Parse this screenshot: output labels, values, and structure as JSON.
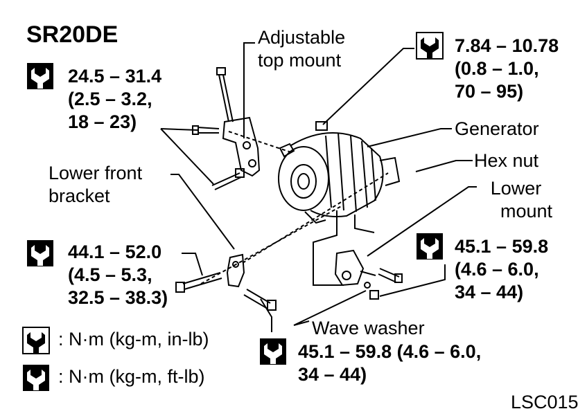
{
  "model": "SR20DE",
  "figure_code": "LSC015",
  "labels": {
    "adjustable_top_mount": [
      "Adjustable",
      "top mount"
    ],
    "generator": "Generator",
    "hex_nut": "Hex nut",
    "lower_mount": [
      "Lower",
      "mount"
    ],
    "lower_front_bracket": [
      "Lower front",
      "bracket"
    ],
    "wave_washer": "Wave washer"
  },
  "torques": {
    "top_mount_bolts": [
      "24.5 – 31.4",
      "(2.5 – 3.2,",
      "18 – 23)"
    ],
    "generator_top": [
      "7.84 – 10.78",
      "(0.8 – 1.0,",
      "70 – 95)"
    ],
    "lower_bolt": [
      "44.1 – 52.0",
      "(4.5 – 5.3,",
      "32.5 – 38.3)"
    ],
    "lower_mount_bolt": [
      "45.1 – 59.8",
      "(4.6 – 6.0,",
      "34 – 44)"
    ],
    "bracket_bolt": [
      "45.1 – 59.8 (4.6 – 6.0,",
      "34 – 44)"
    ]
  },
  "legend": {
    "filled": ": N·m (kg-m, in-lb)",
    "outline": ": N·m (kg-m, ft-lb)"
  },
  "icons": {
    "filled_wrench": "torque-wrench-filled-icon",
    "outline_wrench": "torque-wrench-outline-icon"
  }
}
